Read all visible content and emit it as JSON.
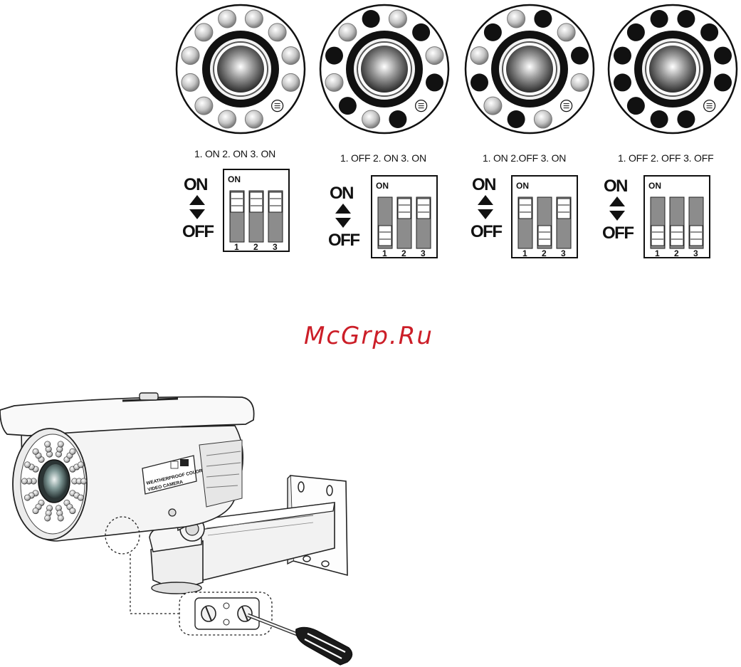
{
  "configs": [
    {
      "caption": "1. ON 2. ON 3. ON",
      "switches": [
        "ON",
        "ON",
        "ON"
      ]
    },
    {
      "caption": "1. OFF 2. ON 3.  ON",
      "switches": [
        "OFF",
        "ON",
        "ON"
      ]
    },
    {
      "caption": "1. ON 2.OFF  3. ON",
      "switches": [
        "ON",
        "OFF",
        "ON"
      ]
    },
    {
      "caption": "1. OFF 2. OFF 3. OFF",
      "switches": [
        "OFF",
        "OFF",
        "OFF"
      ]
    }
  ],
  "dip": {
    "on_label": "ON",
    "off_label": "OFF",
    "switch_numbers": [
      "1",
      "2",
      "3"
    ]
  },
  "camera": {
    "label_line1": "WEATHERPROOF COLOR",
    "label_line2": "VIDEO CAMERA"
  },
  "watermark": "McGrp.Ru",
  "colors": {
    "watermark": "#cc1e28",
    "led_lit": "#111111",
    "led_unlit": "#c8c8c8"
  }
}
